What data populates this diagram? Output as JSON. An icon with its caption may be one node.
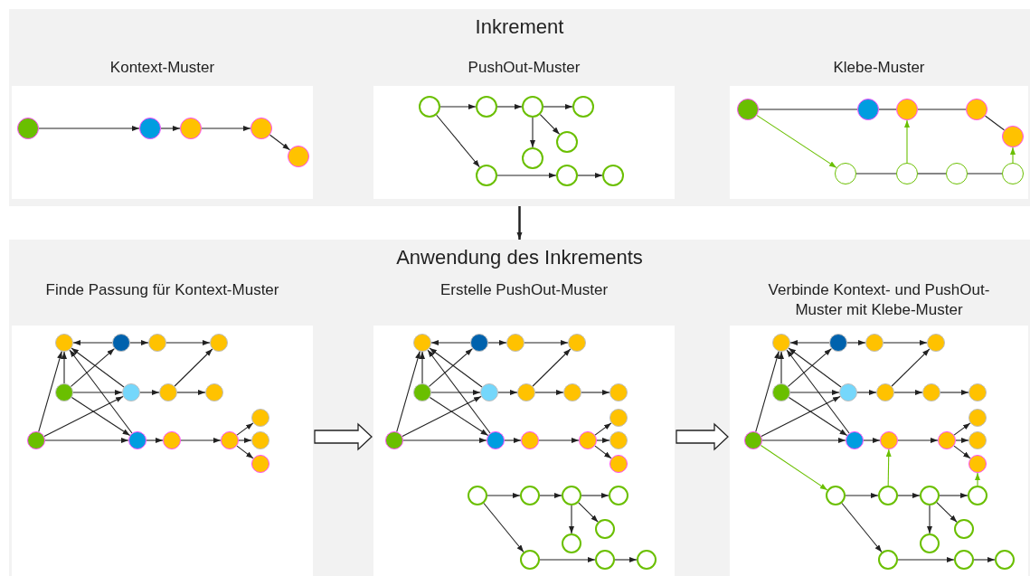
{
  "diagram": {
    "nodes": [
      {
        "text": [
          "Inkrement"
        ]
      },
      {
        "text": [
          "Kontext-Muster"
        ],
        "in": 0
      },
      {
        "text": [
          "PushOut-Muster"
        ],
        "in": 0
      },
      {
        "text": [
          "Klebe-Muster"
        ],
        "in": 0
      },
      {
        "text": [
          "Anwendung des Inkrements"
        ]
      },
      {
        "text": [
          "Finde Passung für Kontext-Muster"
        ],
        "in": 4
      },
      {
        "text": [
          "Erstelle PushOut-Muster"
        ],
        "in": 4
      },
      {
        "text": [
          "Verbinde Kontext- und PushOut-Muster mit Klebe-Muster"
        ],
        "in": 4
      },
      {
        "text": [],
        "shape": "circle",
        "in": 1
      },
      {
        "text": [],
        "shape": "circle",
        "in": 1
      },
      {
        "text": [],
        "shape": "circle",
        "in": 1
      },
      {
        "text": [],
        "shape": "circle",
        "in": 1
      },
      {
        "text": [],
        "shape": "circle",
        "in": 1
      },
      {
        "text": [],
        "shape": "circle",
        "in": 2
      },
      {
        "text": [],
        "shape": "circle",
        "in": 2
      },
      {
        "text": [],
        "shape": "circle",
        "in": 2
      },
      {
        "text": [],
        "shape": "circle",
        "in": 2
      },
      {
        "text": [],
        "shape": "circle",
        "in": 2
      },
      {
        "text": [],
        "shape": "circle",
        "in": 2
      },
      {
        "text": [],
        "shape": "circle",
        "in": 2
      },
      {
        "text": [],
        "shape": "circle",
        "in": 2
      },
      {
        "text": [],
        "shape": "circle",
        "in": 2
      },
      {
        "text": [],
        "shape": "circle",
        "in": 3
      },
      {
        "text": [],
        "shape": "circle",
        "in": 3
      },
      {
        "text": [],
        "shape": "circle",
        "in": 3
      },
      {
        "text": [],
        "shape": "circle",
        "in": 3
      },
      {
        "text": [],
        "shape": "circle",
        "in": 3
      },
      {
        "text": [],
        "shape": "circle",
        "in": 3
      },
      {
        "text": [],
        "shape": "circle",
        "in": 3
      },
      {
        "text": [],
        "shape": "circle",
        "in": 3
      },
      {
        "text": [],
        "shape": "circle",
        "in": 3
      },
      {
        "text": [],
        "shape": "circle",
        "in": 5
      },
      {
        "text": [],
        "shape": "circle",
        "in": 5
      },
      {
        "text": [],
        "shape": "circle",
        "in": 5
      },
      {
        "text": [],
        "shape": "circle",
        "in": 5
      },
      {
        "text": [],
        "shape": "circle",
        "in": 5
      },
      {
        "text": [],
        "shape": "circle",
        "in": 5
      },
      {
        "text": [],
        "shape": "circle",
        "in": 5
      },
      {
        "text": [],
        "shape": "circle",
        "in": 5
      },
      {
        "text": [],
        "shape": "circle",
        "in": 5
      },
      {
        "text": [],
        "shape": "circle",
        "in": 5
      },
      {
        "text": [],
        "shape": "circle",
        "in": 5
      },
      {
        "text": [],
        "shape": "circle",
        "in": 5
      },
      {
        "text": [],
        "shape": "circle",
        "in": 5
      },
      {
        "text": [],
        "shape": "circle",
        "in": 5
      },
      {
        "text": [],
        "shape": "circle",
        "in": 5
      },
      {
        "text": [],
        "shape": "circle",
        "in": 6
      },
      {
        "text": [],
        "shape": "circle",
        "in": 6
      },
      {
        "text": [],
        "shape": "circle",
        "in": 6
      },
      {
        "text": [],
        "shape": "circle",
        "in": 6
      },
      {
        "text": [],
        "shape": "circle",
        "in": 6
      },
      {
        "text": [],
        "shape": "circle",
        "in": 6
      },
      {
        "text": [],
        "shape": "circle",
        "in": 6
      },
      {
        "text": [],
        "shape": "circle",
        "in": 6
      },
      {
        "text": [],
        "shape": "circle",
        "in": 6
      },
      {
        "text": [],
        "shape": "circle",
        "in": 6
      },
      {
        "text": [],
        "shape": "circle",
        "in": 6
      },
      {
        "text": [],
        "shape": "circle",
        "in": 6
      },
      {
        "text": [],
        "shape": "circle",
        "in": 6
      },
      {
        "text": [],
        "shape": "circle",
        "in": 6
      },
      {
        "text": [],
        "shape": "circle",
        "in": 6
      },
      {
        "text": [],
        "shape": "circle",
        "in": 6
      },
      {
        "text": [],
        "shape": "circle",
        "in": 6
      },
      {
        "text": [],
        "shape": "circle",
        "in": 6
      },
      {
        "text": [],
        "shape": "circle",
        "in": 6
      },
      {
        "text": [],
        "shape": "circle",
        "in": 6
      },
      {
        "text": [],
        "shape": "circle",
        "in": 6
      },
      {
        "text": [],
        "shape": "circle",
        "in": 6
      },
      {
        "text": [],
        "shape": "circle",
        "in": 6
      },
      {
        "text": [],
        "shape": "circle",
        "in": 6
      },
      {
        "text": [],
        "shape": "circle",
        "in": 6
      },
      {
        "text": [],
        "shape": "circle",
        "in": 7
      },
      {
        "text": [],
        "shape": "circle",
        "in": 7
      },
      {
        "text": [],
        "shape": "circle",
        "in": 7
      },
      {
        "text": [],
        "shape": "circle",
        "in": 7
      },
      {
        "text": [],
        "shape": "circle",
        "in": 7
      },
      {
        "text": [],
        "shape": "circle",
        "in": 7
      },
      {
        "text": [],
        "shape": "circle",
        "in": 7
      },
      {
        "text": [],
        "shape": "circle",
        "in": 7
      },
      {
        "text": [],
        "shape": "circle",
        "in": 7
      },
      {
        "text": [],
        "shape": "circle",
        "in": 7
      },
      {
        "text": [],
        "shape": "circle",
        "in": 7
      },
      {
        "text": [],
        "shape": "circle",
        "in": 7
      },
      {
        "text": [],
        "shape": "circle",
        "in": 7
      },
      {
        "text": [],
        "shape": "circle",
        "in": 7
      },
      {
        "text": [],
        "shape": "circle",
        "in": 7
      },
      {
        "text": [],
        "shape": "circle",
        "in": 7
      },
      {
        "text": [],
        "shape": "circle",
        "in": 7
      },
      {
        "text": [],
        "shape": "circle",
        "in": 7
      },
      {
        "text": [],
        "shape": "circle",
        "in": 7
      },
      {
        "text": [],
        "shape": "circle",
        "in": 7
      },
      {
        "text": [],
        "shape": "circle",
        "in": 7
      },
      {
        "text": [],
        "shape": "circle",
        "in": 7
      },
      {
        "text": [],
        "shape": "circle",
        "in": 7
      },
      {
        "text": [],
        "shape": "circle",
        "in": 7
      },
      {
        "text": [],
        "shape": "circle",
        "in": 7
      }
    ],
    "edges": [
      {
        "from": 8,
        "to": 9,
        "arrow": "to"
      },
      {
        "from": 9,
        "to": 10,
        "arrow": "to"
      },
      {
        "from": 10,
        "to": 11,
        "arrow": "to"
      },
      {
        "from": 11,
        "to": 12,
        "arrow": "to"
      },
      {
        "from": 13,
        "to": 14,
        "arrow": "to"
      },
      {
        "from": 14,
        "to": 15,
        "arrow": "to"
      },
      {
        "from": 15,
        "to": 16,
        "arrow": "to"
      },
      {
        "from": 15,
        "to": 17,
        "arrow": "to"
      },
      {
        "from": 15,
        "to": 18,
        "arrow": "to"
      },
      {
        "from": 13,
        "to": 19,
        "arrow": "to"
      },
      {
        "from": 19,
        "to": 20,
        "arrow": "to"
      },
      {
        "from": 20,
        "to": 21,
        "arrow": "to"
      },
      {
        "from": 22,
        "to": 23,
        "arrow": "none"
      },
      {
        "from": 23,
        "to": 24,
        "arrow": "none"
      },
      {
        "from": 24,
        "to": 25,
        "arrow": "none"
      },
      {
        "from": 25,
        "to": 26,
        "arrow": "none"
      },
      {
        "from": 22,
        "to": 27,
        "arrow": "to",
        "color": "#6abf00"
      },
      {
        "from": 27,
        "to": 28,
        "arrow": "none"
      },
      {
        "from": 28,
        "to": 29,
        "arrow": "none"
      },
      {
        "from": 29,
        "to": 30,
        "arrow": "none"
      },
      {
        "from": 28,
        "to": 24,
        "arrow": "to",
        "color": "#6abf00"
      },
      {
        "from": 30,
        "to": 26,
        "arrow": "to",
        "color": "#6abf00"
      },
      {
        "from": 0,
        "to": 4,
        "arrow": "to"
      },
      {
        "from": 32,
        "to": 31,
        "arrow": "to"
      },
      {
        "from": 32,
        "to": 33,
        "arrow": "to"
      },
      {
        "from": 33,
        "to": 34,
        "arrow": "to"
      },
      {
        "from": 35,
        "to": 31,
        "arrow": "to"
      },
      {
        "from": 35,
        "to": 32,
        "arrow": "to"
      },
      {
        "from": 35,
        "to": 36,
        "arrow": "to"
      },
      {
        "from": 35,
        "to": 41,
        "arrow": "to"
      },
      {
        "from": 36,
        "to": 31,
        "arrow": "to"
      },
      {
        "from": 41,
        "to": 31,
        "arrow": "to"
      },
      {
        "from": 40,
        "to": 31,
        "arrow": "to"
      },
      {
        "from": 40,
        "to": 36,
        "arrow": "to"
      },
      {
        "from": 40,
        "to": 41,
        "arrow": "to"
      },
      {
        "from": 36,
        "to": 37,
        "arrow": "to"
      },
      {
        "from": 37,
        "to": 34,
        "arrow": "to"
      },
      {
        "from": 37,
        "to": 38,
        "arrow": "to"
      },
      {
        "from": 41,
        "to": 42,
        "arrow": "to"
      },
      {
        "from": 42,
        "to": 43,
        "arrow": "to"
      },
      {
        "from": 43,
        "to": 39,
        "arrow": "to"
      },
      {
        "from": 43,
        "to": 44,
        "arrow": "to"
      },
      {
        "from": 43,
        "to": 45,
        "arrow": "to"
      },
      {
        "from": 5,
        "to": 6,
        "arrow": "to",
        "style": "thick"
      },
      {
        "from": 47,
        "to": 46,
        "arrow": "to"
      },
      {
        "from": 47,
        "to": 48,
        "arrow": "to"
      },
      {
        "from": 48,
        "to": 49,
        "arrow": "to"
      },
      {
        "from": 50,
        "to": 46,
        "arrow": "to"
      },
      {
        "from": 50,
        "to": 47,
        "arrow": "to"
      },
      {
        "from": 50,
        "to": 51,
        "arrow": "to"
      },
      {
        "from": 50,
        "to": 57,
        "arrow": "to"
      },
      {
        "from": 51,
        "to": 46,
        "arrow": "to"
      },
      {
        "from": 57,
        "to": 46,
        "arrow": "to"
      },
      {
        "from": 56,
        "to": 46,
        "arrow": "to"
      },
      {
        "from": 56,
        "to": 51,
        "arrow": "to"
      },
      {
        "from": 56,
        "to": 57,
        "arrow": "to"
      },
      {
        "from": 51,
        "to": 52,
        "arrow": "to"
      },
      {
        "from": 52,
        "to": 49,
        "arrow": "to"
      },
      {
        "from": 52,
        "to": 53,
        "arrow": "to"
      },
      {
        "from": 53,
        "to": 54,
        "arrow": "to"
      },
      {
        "from": 57,
        "to": 58,
        "arrow": "to"
      },
      {
        "from": 58,
        "to": 59,
        "arrow": "to"
      },
      {
        "from": 59,
        "to": 55,
        "arrow": "to"
      },
      {
        "from": 59,
        "to": 60,
        "arrow": "to"
      },
      {
        "from": 59,
        "to": 61,
        "arrow": "to"
      },
      {
        "from": 62,
        "to": 63,
        "arrow": "to"
      },
      {
        "from": 63,
        "to": 64,
        "arrow": "to"
      },
      {
        "from": 64,
        "to": 65,
        "arrow": "to"
      },
      {
        "from": 64,
        "to": 66,
        "arrow": "to"
      },
      {
        "from": 64,
        "to": 67,
        "arrow": "to"
      },
      {
        "from": 62,
        "to": 68,
        "arrow": "to"
      },
      {
        "from": 68,
        "to": 69,
        "arrow": "to"
      },
      {
        "from": 69,
        "to": 70,
        "arrow": "to"
      },
      {
        "from": 6,
        "to": 7,
        "arrow": "to",
        "style": "thick"
      },
      {
        "from": 72,
        "to": 71,
        "arrow": "to"
      },
      {
        "from": 72,
        "to": 73,
        "arrow": "to"
      },
      {
        "from": 73,
        "to": 74,
        "arrow": "to"
      },
      {
        "from": 75,
        "to": 71,
        "arrow": "to"
      },
      {
        "from": 75,
        "to": 72,
        "arrow": "to"
      },
      {
        "from": 75,
        "to": 76,
        "arrow": "to"
      },
      {
        "from": 75,
        "to": 82,
        "arrow": "to"
      },
      {
        "from": 76,
        "to": 71,
        "arrow": "to"
      },
      {
        "from": 82,
        "to": 71,
        "arrow": "to"
      },
      {
        "from": 81,
        "to": 71,
        "arrow": "to"
      },
      {
        "from": 81,
        "to": 76,
        "arrow": "to"
      },
      {
        "from": 81,
        "to": 82,
        "arrow": "to"
      },
      {
        "from": 76,
        "to": 77,
        "arrow": "to"
      },
      {
        "from": 77,
        "to": 74,
        "arrow": "to"
      },
      {
        "from": 77,
        "to": 78,
        "arrow": "to"
      },
      {
        "from": 78,
        "to": 79,
        "arrow": "to"
      },
      {
        "from": 82,
        "to": 83,
        "arrow": "to"
      },
      {
        "from": 83,
        "to": 84,
        "arrow": "to"
      },
      {
        "from": 84,
        "to": 80,
        "arrow": "to"
      },
      {
        "from": 84,
        "to": 85,
        "arrow": "to"
      },
      {
        "from": 84,
        "to": 86,
        "arrow": "to"
      },
      {
        "from": 87,
        "to": 88,
        "arrow": "to"
      },
      {
        "from": 88,
        "to": 89,
        "arrow": "to"
      },
      {
        "from": 89,
        "to": 90,
        "arrow": "to"
      },
      {
        "from": 89,
        "to": 91,
        "arrow": "to"
      },
      {
        "from": 89,
        "to": 92,
        "arrow": "to"
      },
      {
        "from": 87,
        "to": 93,
        "arrow": "to"
      },
      {
        "from": 93,
        "to": 94,
        "arrow": "to"
      },
      {
        "from": 94,
        "to": 95,
        "arrow": "to"
      },
      {
        "from": 81,
        "to": 87,
        "arrow": "to",
        "color": "#6abf00"
      },
      {
        "from": 88,
        "to": 83,
        "arrow": "to",
        "color": "#6abf00"
      },
      {
        "from": 90,
        "to": 86,
        "arrow": "to",
        "color": "#6abf00"
      }
    ]
  }
}
